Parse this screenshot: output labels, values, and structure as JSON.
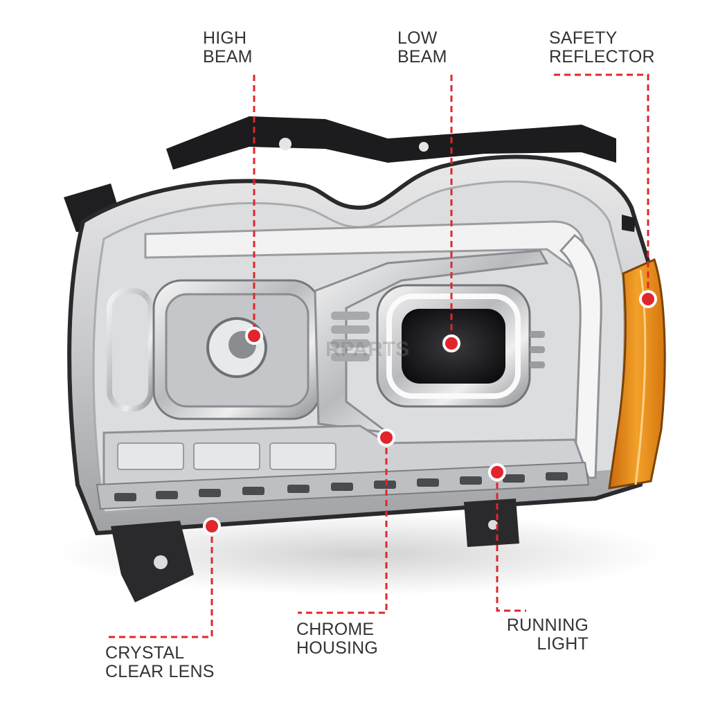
{
  "callouts": {
    "high_beam": "HIGH\nBEAM",
    "low_beam": "LOW\nBEAM",
    "safety_reflector": "SAFETY\nREFLECTOR",
    "chrome_housing": "CHROME\nHOUSING",
    "running_light": "RUNNING\nLIGHT",
    "crystal_clear_lens": "CRYSTAL\nCLEAR LENS"
  },
  "watermark": "RPARTS",
  "colors": {
    "leader_line": "#e0262b",
    "label_text": "#333333",
    "amber_reflector": "#e8901a"
  }
}
